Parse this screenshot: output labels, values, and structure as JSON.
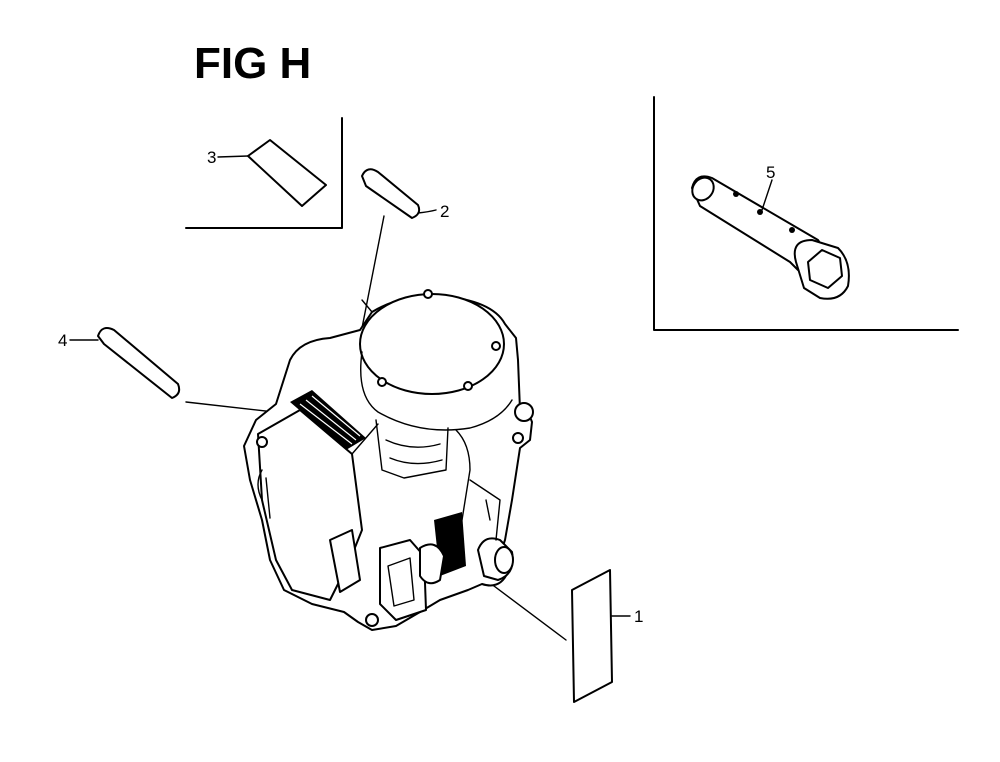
{
  "figure": {
    "title": "FIG H"
  },
  "callouts": {
    "c1": "1",
    "c2": "2",
    "c3": "3",
    "c4": "4",
    "c5": "5"
  }
}
